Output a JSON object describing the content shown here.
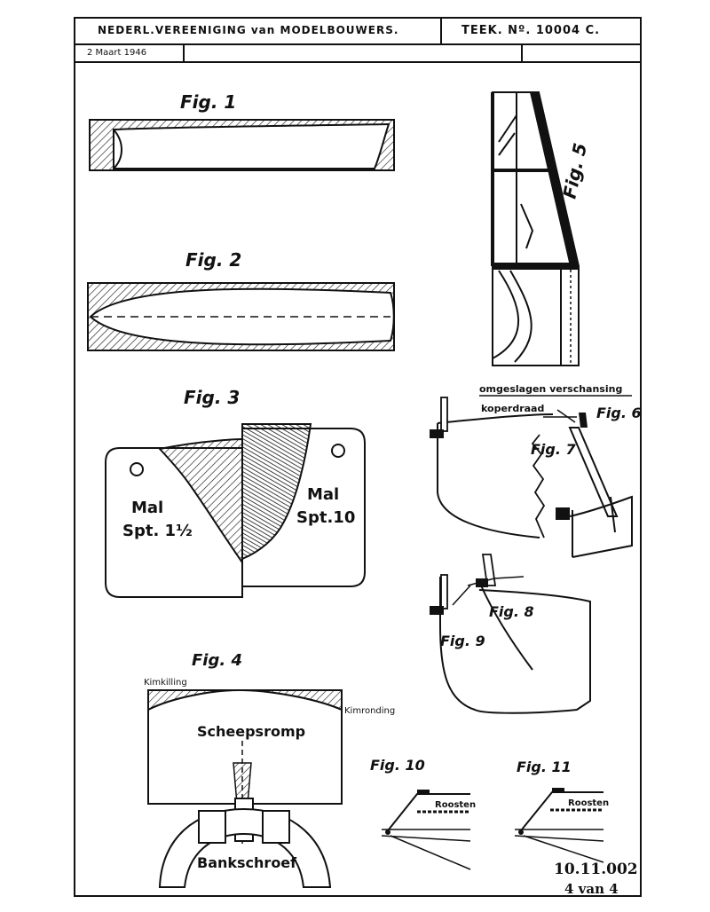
{
  "title_block": {
    "society": "NEDERL.VEREENIGING van MODELBOUWERS.",
    "drawing_number": "TEEK. Nº. 10004 C.",
    "date": "2 Maart 1946"
  },
  "figures": {
    "fig1": "Fig. 1",
    "fig2": "Fig. 2",
    "fig3": "Fig. 3",
    "fig4": "Fig. 4",
    "fig5": "Fig. 5",
    "fig6": "Fig. 6",
    "fig7": "Fig. 7",
    "fig8": "Fig. 8",
    "fig9": "Fig. 9",
    "fig10": "Fig. 10",
    "fig11": "Fig. 11"
  },
  "labels": {
    "mal_left_1": "Mal",
    "mal_left_2": "Spt. 1½",
    "mal_right_1": "Mal",
    "mal_right_2": "Spt.10",
    "kimkilling": "Kimkilling",
    "kimronding": "Kimronding",
    "scheepsromp": "Scheepsromp",
    "bankschroef": "Bankschroef",
    "omgeslagen": "omgeslagen verschansing",
    "koperdraad": "koperdraad",
    "roosten_10": "Roosten",
    "roosten_11": "Roosten"
  },
  "stamp": {
    "code": "10.11.002",
    "sheet": "4 van 4"
  }
}
